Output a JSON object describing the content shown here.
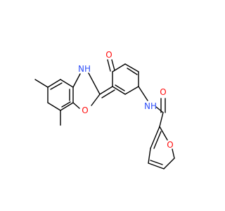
{
  "colors": {
    "bond": "#000000",
    "carbon": "#000000",
    "oxygen": "#ff0d0d",
    "nitrogen": "#3050f8",
    "background": "#ffffff"
  },
  "atoms": {
    "o_ketone": {
      "symbol": "O",
      "color": "#ff0d0d"
    },
    "nh_benzoxazole": {
      "symbol": "NH",
      "color": "#3050f8"
    },
    "o_benzoxazole": {
      "symbol": "O",
      "color": "#ff0d0d"
    },
    "o_amide": {
      "symbol": "O",
      "color": "#ff0d0d"
    },
    "nh_amide": {
      "symbol": "NH",
      "color": "#3050f8"
    },
    "o_furan": {
      "symbol": "O",
      "color": "#ff0d0d"
    }
  }
}
